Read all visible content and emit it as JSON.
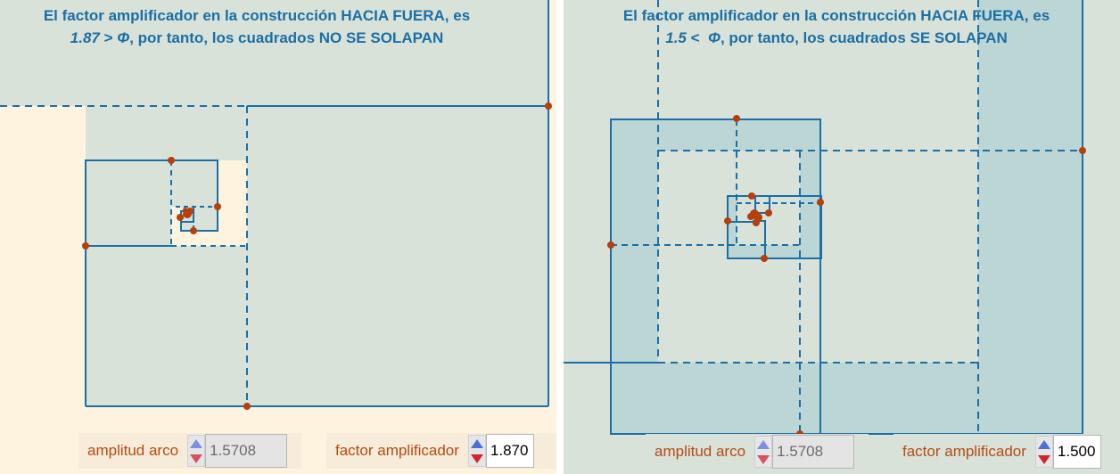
{
  "colors": {
    "line": "#1a6fa6",
    "point": "#b5400c",
    "cream_bg": "#fdf3df",
    "grey_bg": "#d9e2d8",
    "overlap_fill": "#bcd6d5",
    "label": "#b54b14",
    "caption": "#1a6fa6"
  },
  "panels": [
    {
      "id": "left",
      "caption": {
        "line1": "El factor amplificador en la construcción HACIA FUERA, es",
        "value": "1.87",
        "comparator": " > ",
        "phi": "Φ",
        "rest": ", por tanto, los cuadrados NO SE SOLAPAN"
      },
      "controls": {
        "arc": {
          "label": "amplitud arco",
          "value": "1.5708",
          "enabled": false
        },
        "factor": {
          "label": "factor amplificador",
          "value": "1.870",
          "enabled": true
        }
      }
    },
    {
      "id": "right",
      "caption": {
        "line1": "El factor amplificador en la construcción HACIA FUERA, es",
        "value": "1.5",
        "comparator": " <  ",
        "phi": "Φ",
        "rest": ", por tanto, los cuadrados SE SOLAPAN"
      },
      "controls": {
        "arc": {
          "label": "amplitud arco",
          "value": "1.5708",
          "enabled": false
        },
        "factor": {
          "label": "factor amplificador",
          "value": "1.500",
          "enabled": true
        }
      }
    }
  ]
}
